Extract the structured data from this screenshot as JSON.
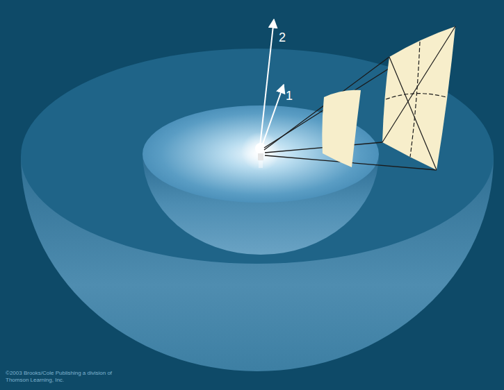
{
  "diagram": {
    "labels": [
      "2",
      "1",
      "©2003 Brooks/Cole Publishing a division of Thomson Learning, Inc."
    ]
  }
}
